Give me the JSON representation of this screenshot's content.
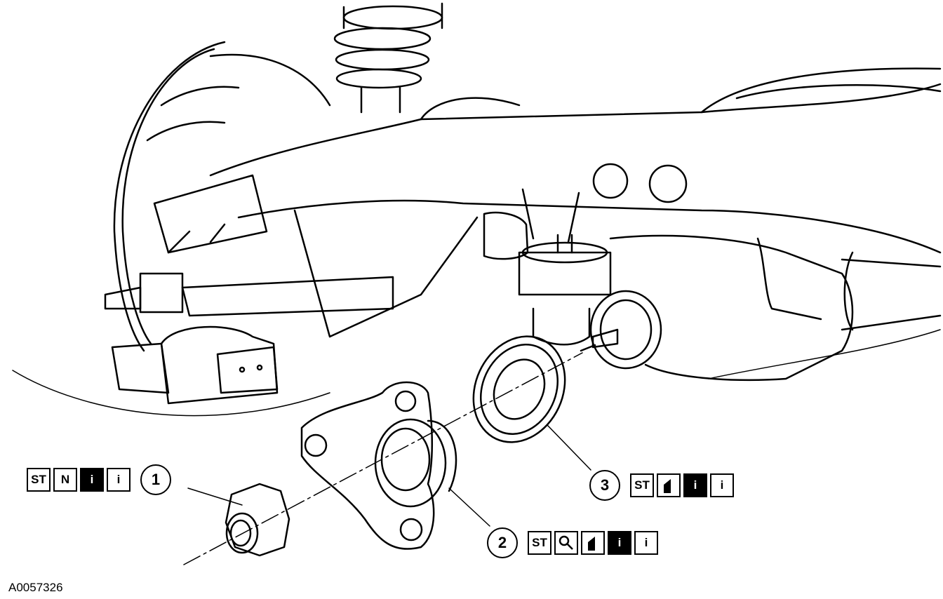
{
  "figure_id": "A0057326",
  "callouts": [
    {
      "number": "1",
      "icons": [
        {
          "kind": "text",
          "label": "ST",
          "name": "special-tool-icon",
          "inverted": false
        },
        {
          "kind": "text",
          "label": "N",
          "name": "new-part-icon",
          "inverted": false
        },
        {
          "kind": "text",
          "label": "i",
          "name": "info-icon",
          "inverted": true
        },
        {
          "kind": "text",
          "label": "i",
          "name": "info-icon",
          "inverted": false
        }
      ]
    },
    {
      "number": "2",
      "icons": [
        {
          "kind": "text",
          "label": "ST",
          "name": "special-tool-icon",
          "inverted": false
        },
        {
          "kind": "magnifier",
          "label": "",
          "name": "inspect-icon",
          "inverted": false
        },
        {
          "kind": "lube",
          "label": "",
          "name": "lubricate-icon",
          "inverted": false
        },
        {
          "kind": "text",
          "label": "i",
          "name": "info-icon",
          "inverted": true
        },
        {
          "kind": "text",
          "label": "i",
          "name": "info-icon",
          "inverted": false
        }
      ]
    },
    {
      "number": "3",
      "icons": [
        {
          "kind": "text",
          "label": "ST",
          "name": "special-tool-icon",
          "inverted": false
        },
        {
          "kind": "lube",
          "label": "",
          "name": "lubricate-icon",
          "inverted": false
        },
        {
          "kind": "text",
          "label": "i",
          "name": "info-icon",
          "inverted": true
        },
        {
          "kind": "text",
          "label": "i",
          "name": "info-icon",
          "inverted": false
        }
      ]
    }
  ]
}
